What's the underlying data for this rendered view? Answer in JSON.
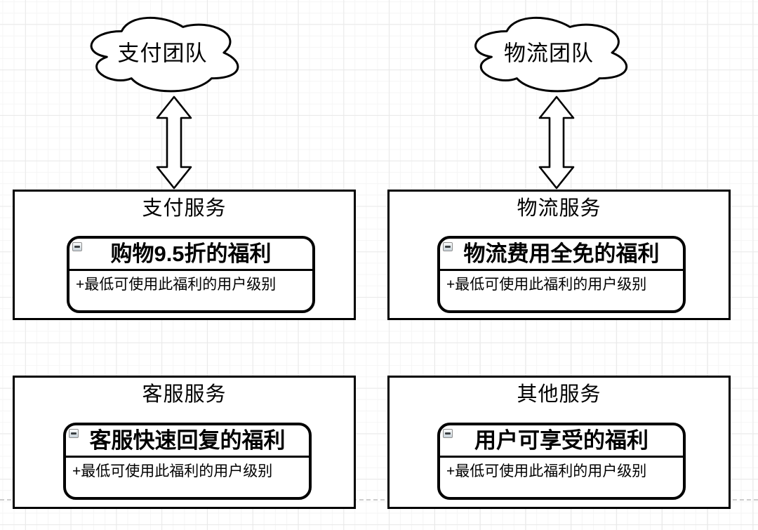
{
  "diagram": {
    "teams": [
      {
        "label": "支付团队"
      },
      {
        "label": "物流团队"
      }
    ],
    "services": [
      {
        "title": "支付服务",
        "benefit_class": "购物9.5折的福利",
        "attribute": "+最低可使用此福利的用户级别"
      },
      {
        "title": "物流服务",
        "benefit_class": "物流费用全免的福利",
        "attribute": "+最低可使用此福利的用户级别"
      },
      {
        "title": "客服服务",
        "benefit_class": "客服快速回复的福利",
        "attribute": "+最低可使用此福利的用户级别"
      },
      {
        "title": "其他服务",
        "benefit_class": "用户可享受的福利",
        "attribute": "+最低可使用此福利的用户级别"
      }
    ],
    "icons": {
      "collapse": "minus-icon",
      "connector": "double-arrow-icon",
      "team_shape": "cloud-icon"
    },
    "colors": {
      "shape_stroke": "#000000",
      "shape_fill": "#ffffff",
      "grid_minor": "#f5f5f5",
      "grid_major": "#e9e9e9",
      "page_guide_dash": "#cccccc",
      "collapse_button_border": "#8f8f8f",
      "collapse_button_fill": "#dfe6ea"
    }
  }
}
